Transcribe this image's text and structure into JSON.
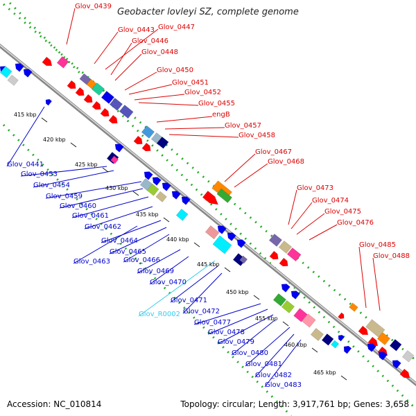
{
  "title": "Geobacter lovleyi SZ, complete genome",
  "footer": {
    "accession": "Accession: NC_010814",
    "summary": "Topology: circular; Length: 3,917,761 bp; Genes: 3,658"
  },
  "colors": {
    "forward_label": "#dd0000",
    "reverse_label": "#0000cc",
    "rna_label": "#33ccee",
    "backbone": "#888888",
    "grid_dots": "#22aa22"
  },
  "scale_ticks": [
    "415 kbp",
    "420 kbp",
    "425 kbp",
    "430 kbp",
    "435 kbp",
    "440 kbp",
    "445 kbp",
    "450 kbp",
    "455 kbp",
    "460 kbp",
    "465 kbp"
  ],
  "forward_genes": [
    "Glov_0439",
    "Glov_0443",
    "Glov_0447",
    "Glov_0446",
    "Glov_0448",
    "Glov_0450",
    "Glov_0451",
    "Glov_0452",
    "Glov_0455",
    "engB",
    "Glov_0457",
    "Glov_0458",
    "Glov_0467",
    "Glov_0468",
    "Glov_0473",
    "Glov_0474",
    "Glov_0475",
    "Glov_0476",
    "Glov_0485",
    "Glov_0488"
  ],
  "reverse_genes": [
    "Glov_0441",
    "Glov_0453",
    "Glov_0454",
    "Glov_0459",
    "Glov_0460",
    "Glov_0461",
    "Glov_0462",
    "Glov_0464",
    "Glov_0465",
    "Glov_0466",
    "Glov_0463",
    "Glov_0469",
    "Glov_0470",
    "Glov_0471",
    "Glov_0472",
    "Glov_0477",
    "Glov_0478",
    "Glov_0479",
    "Glov_0480",
    "Glov_0481",
    "Glov_0482",
    "Glov_0483"
  ],
  "rna_genes": [
    "Glov_R0002"
  ]
}
